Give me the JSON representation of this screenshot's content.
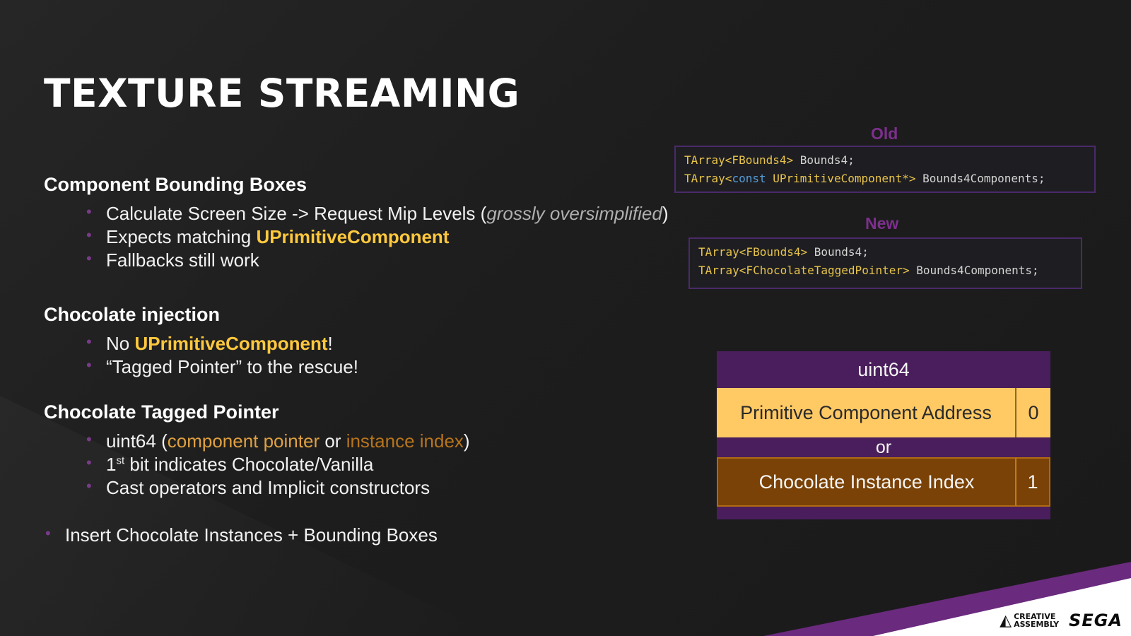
{
  "title": "TEXTURE STREAMING",
  "sections": [
    {
      "heading": "Component Bounding Boxes",
      "bullets": [
        {
          "text": "Calculate Screen Size -> Request Mip Levels (",
          "italic": "grossly oversimplified",
          "end": ")"
        },
        {
          "text": "Expects matching ",
          "hl": "UPrimitiveComponent"
        },
        {
          "text": "Fallbacks still work"
        }
      ]
    },
    {
      "heading": "Chocolate injection",
      "bullets": [
        {
          "text": "No ",
          "hl": "UPrimitiveComponent",
          "end": "!"
        },
        {
          "text": "“Tagged Pointer” to the rescue!"
        }
      ]
    },
    {
      "heading": "Chocolate Tagged Pointer",
      "bullets": [
        {
          "text": "uint64 (",
          "hl1": "component pointer",
          "mid": " or ",
          "hl2": "instance index",
          "end": ")"
        },
        {
          "text": "1",
          "sup": "st",
          "rest": " bit indicates Chocolate/Vanilla"
        },
        {
          "text": "Cast operators and Implicit constructors"
        }
      ]
    }
  ],
  "final_bullet": "Insert Chocolate Instances + Bounding Boxes",
  "code_old": {
    "label": "Old",
    "line1": {
      "type": "TArray<FBounds4>",
      "rest": " Bounds4;"
    },
    "line2": {
      "t1": "TArray<",
      "kw": "const",
      "t2": " UPrimitiveComponent*>",
      "rest": " Bounds4Components;"
    }
  },
  "code_new": {
    "label": "New",
    "line1": {
      "type": "TArray<FBounds4>",
      "rest": " Bounds4;"
    },
    "line2": {
      "type": "TArray<FChocolateTaggedPointer>",
      "rest": " Bounds4Components;"
    }
  },
  "diagram": {
    "header": "uint64",
    "row1_label": "Primitive Component Address",
    "row1_bit": "0",
    "or_label": "or",
    "row2_label": "Chocolate Instance Index",
    "row2_bit": "1"
  },
  "colors": {
    "accent_purple": "#4a1e5c",
    "highlight_yellow": "#ffc83d",
    "highlight_brown": "#7a4206",
    "diagram_yellow": "#ffc964"
  },
  "logos": {
    "ca_line1": "CREATIVE",
    "ca_line2": "ASSEMBLY",
    "sega": "SEGA"
  }
}
